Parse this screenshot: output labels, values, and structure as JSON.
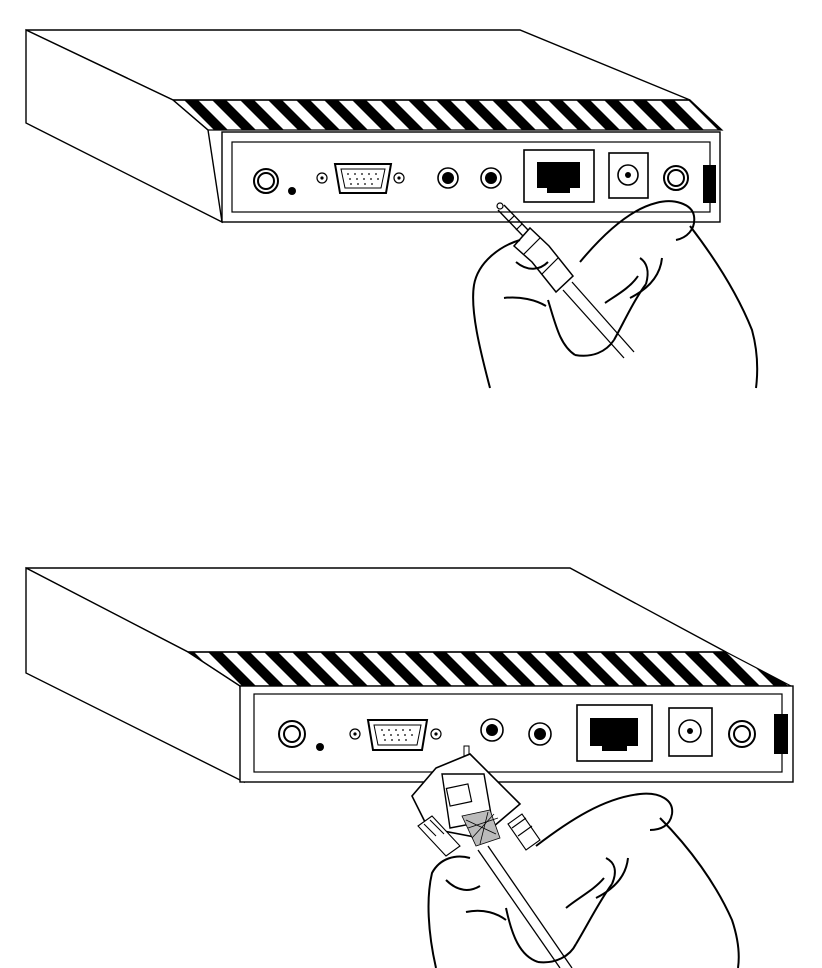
{
  "figures": [
    {
      "id": "top",
      "cable": "audio-jack",
      "ports": [
        "coax-left",
        "reset-hole",
        "screw",
        "vga-port",
        "screw",
        "audio-jack-1",
        "audio-jack-2",
        "rj45-port",
        "power-jack",
        "coax-right"
      ]
    },
    {
      "id": "bottom",
      "cable": "vga-connector",
      "ports": [
        "coax-left",
        "reset-hole",
        "screw",
        "vga-port",
        "screw",
        "audio-jack-1",
        "audio-jack-2",
        "rj45-port",
        "power-jack",
        "coax-right"
      ]
    }
  ],
  "colors": {
    "line": "#000000",
    "fill": "#ffffff"
  }
}
